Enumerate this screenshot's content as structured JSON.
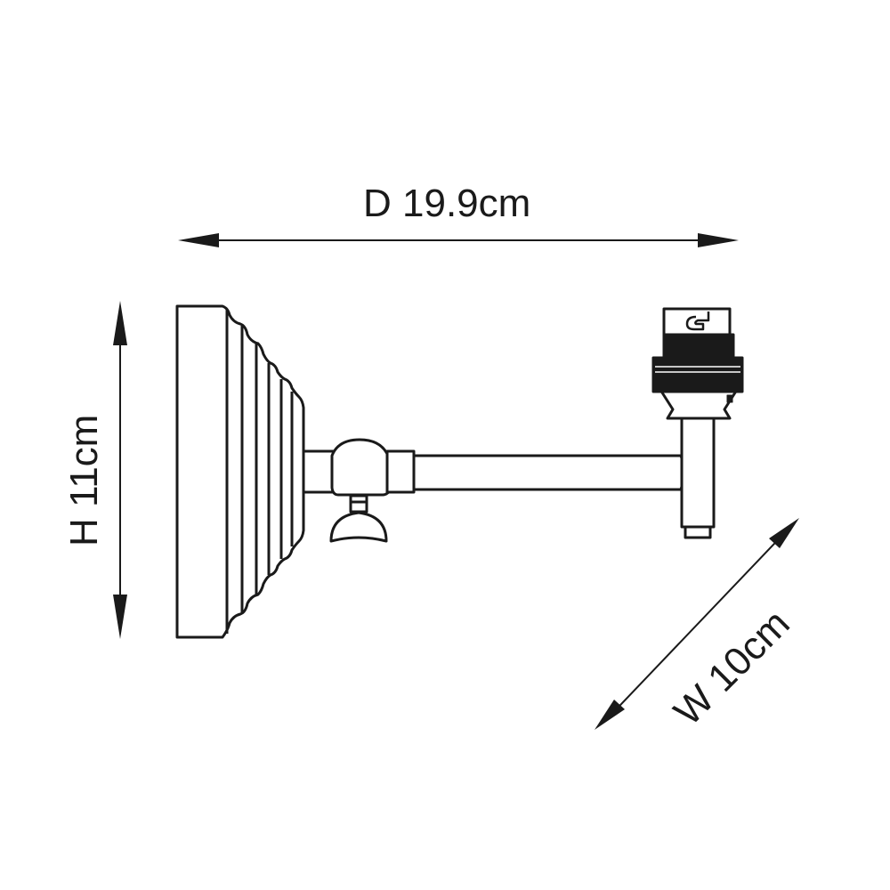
{
  "diagram": {
    "subject": "Wall light with swing arm and lamp holder, side elevation",
    "dimensions": {
      "depth": {
        "label": "D 19.9cm",
        "value": 19.9,
        "unit": "cm"
      },
      "height": {
        "label": "H 11cm",
        "value": 11,
        "unit": "cm"
      },
      "width": {
        "label": "W 10cm",
        "value": 10,
        "unit": "cm"
      }
    },
    "colors": {
      "line": "#1a1a1a",
      "fill": "#ffffff",
      "background": "#ffffff"
    }
  }
}
